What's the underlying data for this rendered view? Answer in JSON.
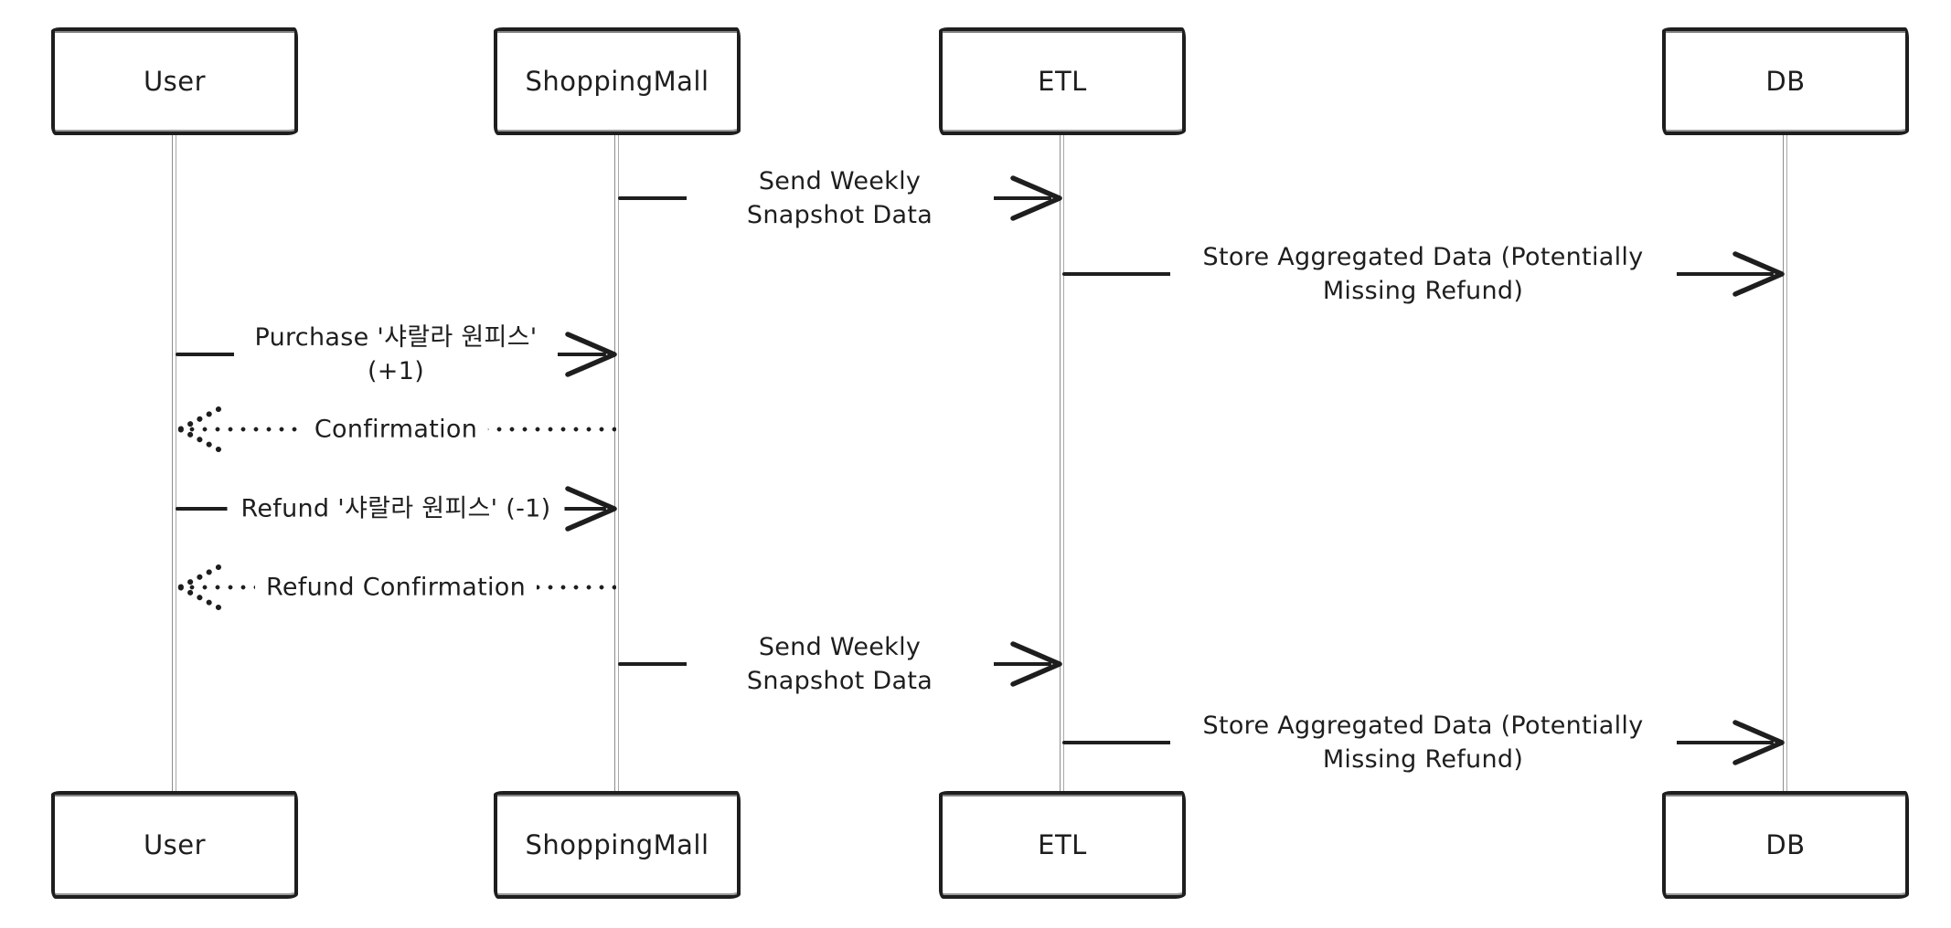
{
  "diagram": {
    "kind": "sequence-diagram",
    "style": "hand-drawn",
    "colors": {
      "stroke": "#1e1e1e",
      "lifeline": "#8d8d8d",
      "background": "#ffffff"
    },
    "actors": [
      {
        "name": "User"
      },
      {
        "name": "ShoppingMall"
      },
      {
        "name": "ETL"
      },
      {
        "name": "DB"
      }
    ],
    "messages": [
      {
        "from": "ShoppingMall",
        "to": "ETL",
        "style": "solid",
        "direction": "right",
        "label": "Send Weekly Snapshot Data"
      },
      {
        "from": "ETL",
        "to": "DB",
        "style": "solid",
        "direction": "right",
        "label": "Store Aggregated Data (Potentially Missing Refund)"
      },
      {
        "from": "User",
        "to": "ShoppingMall",
        "style": "solid",
        "direction": "right",
        "label": "Purchase '샤랄라 원피스' (+1)"
      },
      {
        "from": "ShoppingMall",
        "to": "User",
        "style": "dotted",
        "direction": "left",
        "label": "Confirmation"
      },
      {
        "from": "User",
        "to": "ShoppingMall",
        "style": "solid",
        "direction": "right",
        "label": "Refund '샤랄라 원피스' (-1)"
      },
      {
        "from": "ShoppingMall",
        "to": "User",
        "style": "dotted",
        "direction": "left",
        "label": "Refund Confirmation"
      },
      {
        "from": "ShoppingMall",
        "to": "ETL",
        "style": "solid",
        "direction": "right",
        "label": "Send Weekly Snapshot Data"
      },
      {
        "from": "ETL",
        "to": "DB",
        "style": "solid",
        "direction": "right",
        "label": "Store Aggregated Data (Potentially Missing Refund)"
      }
    ]
  }
}
